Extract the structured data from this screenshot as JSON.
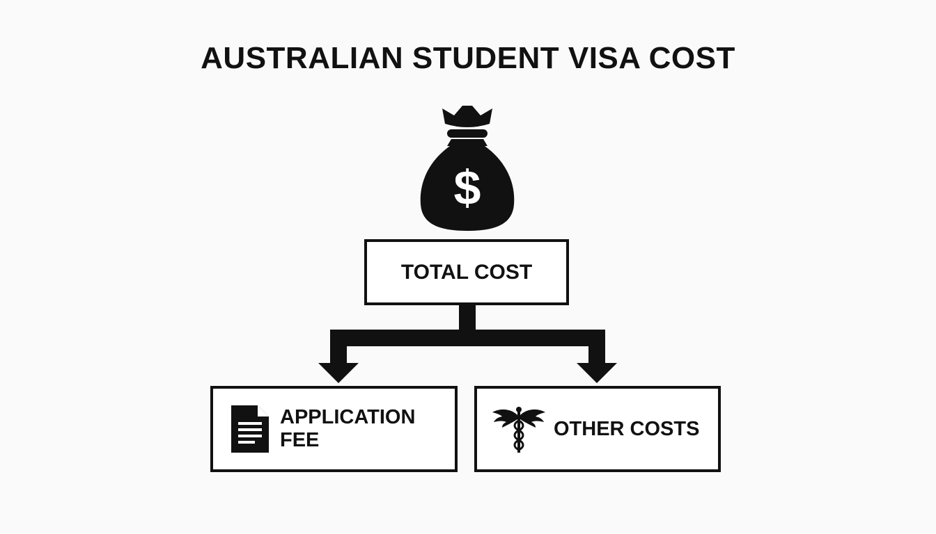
{
  "diagram": {
    "title": "AUSTRALIAN STUDENT VISA COST",
    "root": {
      "label": "TOTAL COST",
      "icon": "money-bag-icon"
    },
    "children": [
      {
        "label": "APPLICATION FEE",
        "icon": "document-icon"
      },
      {
        "label": "OTHER COSTS",
        "icon": "caduceus-icon"
      }
    ]
  },
  "colors": {
    "foreground": "#111111",
    "background": "#fafafa",
    "box_fill": "#ffffff"
  }
}
